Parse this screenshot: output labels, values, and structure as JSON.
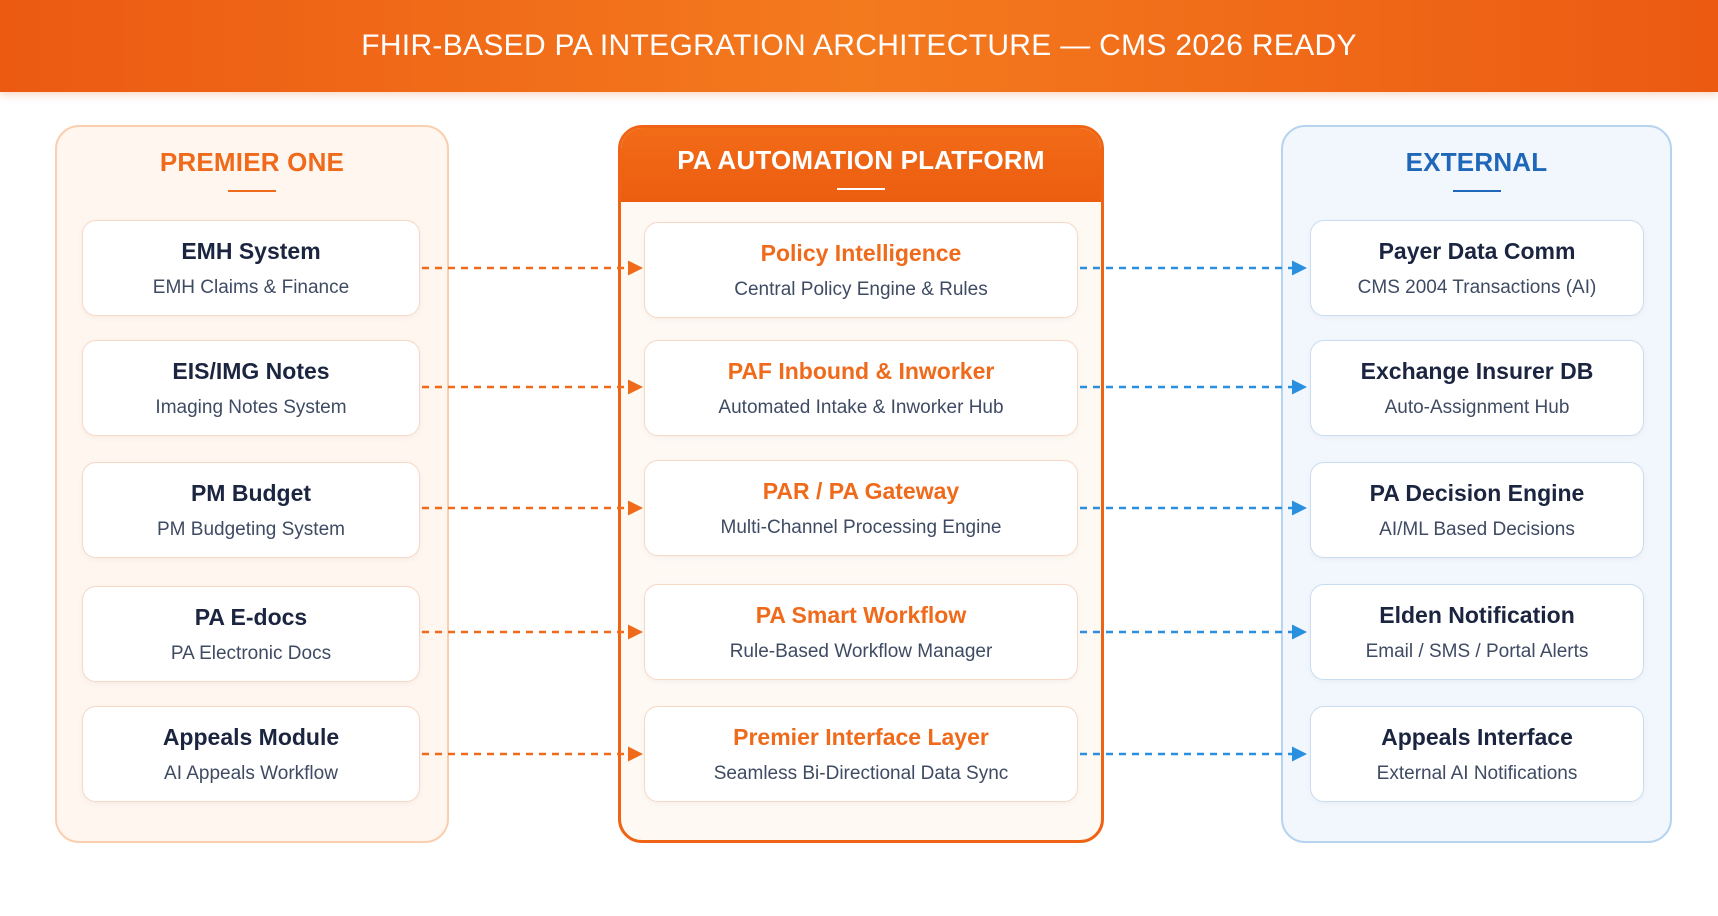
{
  "header": {
    "title": "FHIR-BASED PA INTEGRATION ARCHITECTURE — CMS 2026 READY"
  },
  "columns": {
    "left": {
      "title": "PREMIER ONE",
      "items": [
        {
          "title": "EMH System",
          "subtitle": "EMH Claims & Finance"
        },
        {
          "title": "EIS/IMG Notes",
          "subtitle": "Imaging Notes System"
        },
        {
          "title": "PM Budget",
          "subtitle": "PM Budgeting System"
        },
        {
          "title": "PA E-docs",
          "subtitle": "PA Electronic Docs"
        },
        {
          "title": "Appeals Module",
          "subtitle": "AI Appeals Workflow"
        }
      ]
    },
    "middle": {
      "title": "PA AUTOMATION PLATFORM",
      "items": [
        {
          "title": "Policy Intelligence",
          "subtitle": "Central Policy Engine & Rules"
        },
        {
          "title": "PAF Inbound & Inworker",
          "subtitle": "Automated Intake & Inworker Hub"
        },
        {
          "title": "PAR / PA Gateway",
          "subtitle": "Multi-Channel Processing Engine"
        },
        {
          "title": "PA Smart Workflow",
          "subtitle": "Rule-Based Workflow Manager"
        },
        {
          "title": "Premier Interface Layer",
          "subtitle": "Seamless Bi-Directional Data Sync"
        }
      ]
    },
    "right": {
      "title": "EXTERNAL",
      "items": [
        {
          "title": "Payer Data Comm",
          "subtitle": "CMS 2004 Transactions (AI)"
        },
        {
          "title": "Exchange Insurer DB",
          "subtitle": "Auto-Assignment Hub"
        },
        {
          "title": "PA Decision Engine",
          "subtitle": "AI/ML Based Decisions"
        },
        {
          "title": "Elden Notification",
          "subtitle": "Email / SMS / Portal Alerts"
        },
        {
          "title": "Appeals Interface",
          "subtitle": "External AI Notifications"
        }
      ]
    }
  },
  "colors": {
    "accent_orange": "#ee6414",
    "accent_blue": "#2b86d6",
    "left_connector": "#ef6a1a",
    "right_connector": "#2b8fdf"
  }
}
